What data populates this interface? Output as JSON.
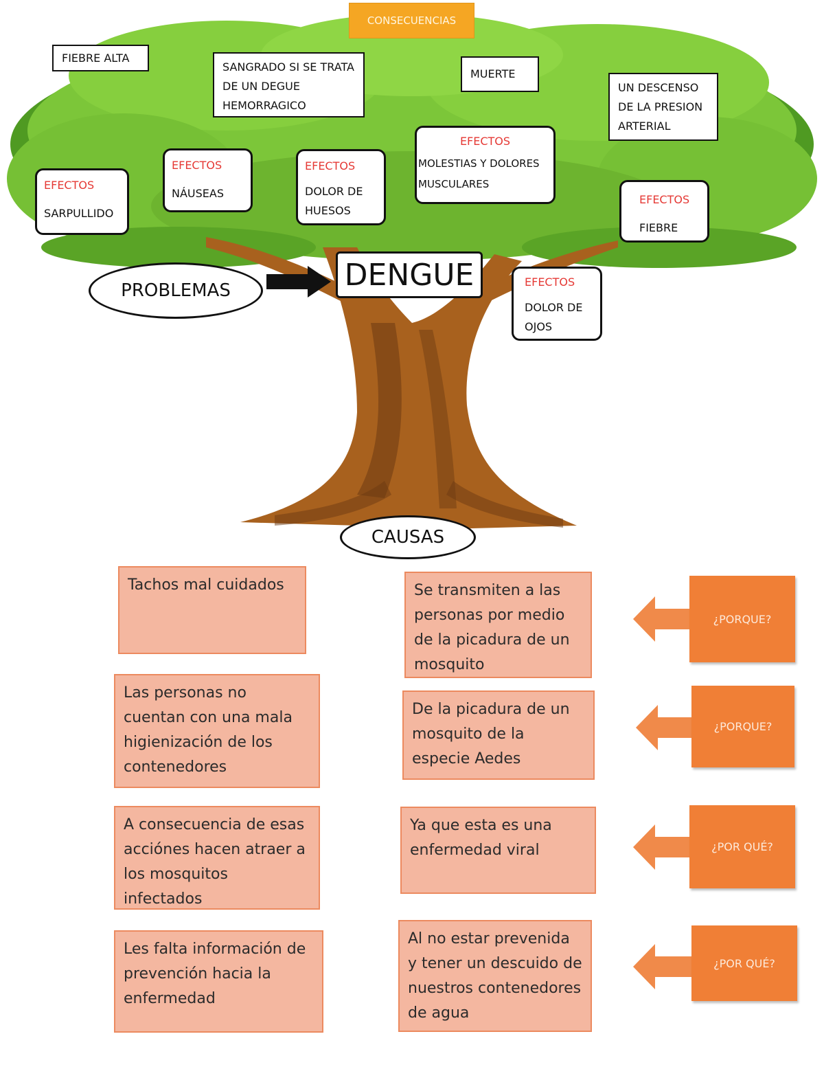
{
  "header": {
    "banner": "CONSECUENCIAS"
  },
  "consequences": [
    {
      "text": "FIEBRE ALTA"
    },
    {
      "text": "SANGRADO SI SE TRATA DE UN DEGUE HEMORRAGICO"
    },
    {
      "text": "MUERTE"
    },
    {
      "text": "UN DESCENSO DE LA PRESION ARTERIAL"
    }
  ],
  "effects": [
    {
      "title": "EFECTOS",
      "text": "SARPULLIDO"
    },
    {
      "title": "EFECTOS",
      "text": "NÁUSEAS"
    },
    {
      "title": "EFECTOS",
      "text": "DOLOR DE HUESOS"
    },
    {
      "title": "EFECTOS",
      "text": "MOLESTIAS Y DOLORES MUSCULARES"
    },
    {
      "title": "EFECTOS",
      "text": "FIEBRE"
    },
    {
      "title": "EFECTOS",
      "text": "DOLOR DE OJOS"
    }
  ],
  "problem_label": "PROBLEMAS",
  "central_problem": "DENGUE",
  "causes_label": "CAUSAS",
  "causes_left": [
    "Tachos mal cuidados",
    "Las personas no cuentan con una mala higienización de los contenedores",
    "A consecuencia de esas acciónes hacen atraer a los mosquitos infectados",
    "Les falta información de prevención hacia la enfermedad"
  ],
  "causes_right": [
    "Se transmiten a las personas por medio de la picadura de un mosquito",
    "De la picadura de un mosquito de la especie Aedes",
    "Ya que esta es una enfermedad viral",
    "Al no estar prevenida y tener un descuido de nuestros contenedores de agua"
  ],
  "why_labels": [
    "¿PORQUE?",
    "¿PORQUE?",
    "¿POR QUÉ?",
    "¿POR QUÉ?"
  ],
  "colors": {
    "foliage": "#7cc639",
    "foliage_dark": "#4f9a22",
    "trunk": "#a8611e",
    "trunk_dark": "#6b3a12",
    "banner": "#f5a623",
    "effect_title": "#e53935",
    "cause_fill": "#f4b7a0",
    "cause_border": "#ec8a5f",
    "why_fill": "#f07f36",
    "arrow": "#f08a4a"
  }
}
